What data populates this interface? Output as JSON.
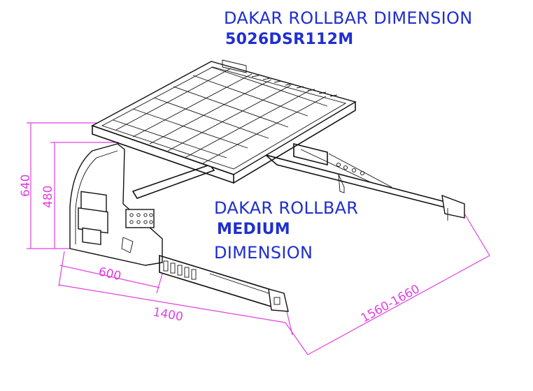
{
  "title": {
    "line1": "DAKAR ROLLBAR DIMENSION",
    "line2": "5026DSR112M"
  },
  "subtitle": {
    "line1": "DAKAR ROLLBAR",
    "line2": "MEDIUM",
    "line3": "DIMENSION"
  },
  "dimensions": {
    "height_total": "640",
    "height_bar": "480",
    "width_bar": "600",
    "length": "1400",
    "bed_width": "1560-1660"
  },
  "colors": {
    "title": "#1f2fcf",
    "dimension": "#e040e0",
    "ink": "#111111"
  }
}
